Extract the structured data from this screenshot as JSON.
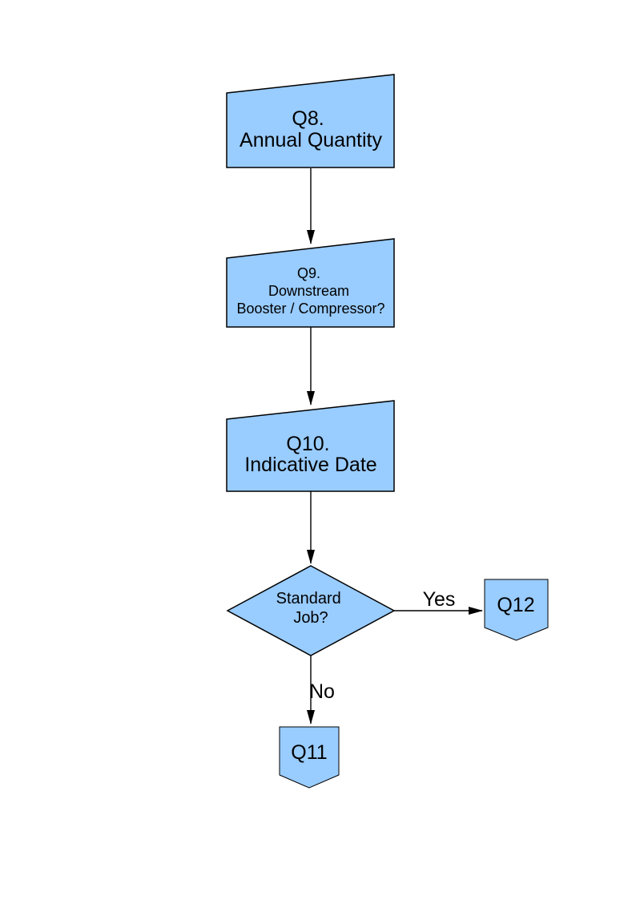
{
  "page": {
    "background": "#FFFFFF"
  },
  "colors": {
    "shape_fill": "#99CCFF",
    "shape_border": "#000000",
    "connector": "#000000",
    "label_text": "#000000"
  },
  "flowchart": {
    "nodes": [
      {
        "id": "q8",
        "shape": "manual-input",
        "lines": [
          "Q8.",
          "Annual Quantity"
        ]
      },
      {
        "id": "q9",
        "shape": "manual-input",
        "lines": [
          "Q9.",
          "Downstream",
          "Booster / Compressor?"
        ]
      },
      {
        "id": "q10",
        "shape": "manual-input",
        "lines": [
          "Q10.",
          "Indicative Date"
        ]
      },
      {
        "id": "standard-job",
        "shape": "decision",
        "lines": [
          "Standard",
          "Job?"
        ]
      },
      {
        "id": "q12",
        "shape": "off-page-connector",
        "lines": [
          "Q12"
        ]
      },
      {
        "id": "q11",
        "shape": "off-page-connector",
        "lines": [
          "Q11"
        ]
      }
    ],
    "edges": [
      {
        "id": "q8-to-q9",
        "from": "q8",
        "to": "q9",
        "label": ""
      },
      {
        "id": "q9-to-q10",
        "from": "q9",
        "to": "q10",
        "label": ""
      },
      {
        "id": "q10-to-decision",
        "from": "q10",
        "to": "standard-job",
        "label": ""
      },
      {
        "id": "decision-yes-to-q12",
        "from": "standard-job",
        "to": "q12",
        "label": "Yes"
      },
      {
        "id": "decision-no-to-q11",
        "from": "standard-job",
        "to": "q11",
        "label": "No"
      }
    ]
  }
}
